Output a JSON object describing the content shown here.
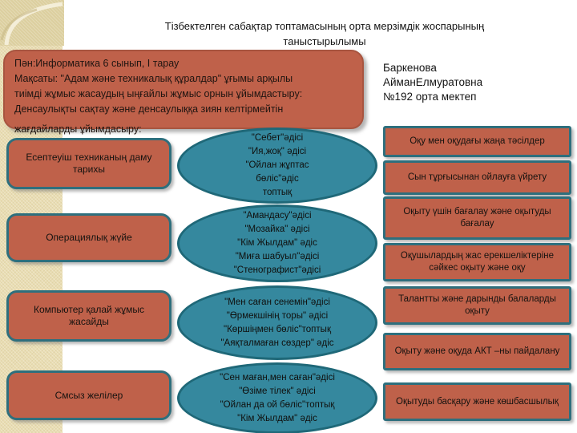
{
  "colors": {
    "shape_fill_red": "#bf614a",
    "shape_border_teal": "#2e6f7d",
    "ellipse_fill": "#35889e",
    "ellipse_border": "#1f6878",
    "side_band_beige": "#e9ddb2",
    "header_shadow_gray": "#787878",
    "text_dark": "#161310"
  },
  "title": "Тізбектелген сабақтар топтамасының орта мерзімдік жоспарының таныстырылымы",
  "header_box": {
    "lines": [
      "Пән:Информатика  6 сынып,  I тарау",
      "Мақсаты: \"Адам және техникалық құралдар\" ұғымы арқылы",
      "тиімді жұмыс жасаудың ыңғайлы жұмыс орнын ұйымдастыру:",
      "Денсаулықты сақтау және денсаулыққа зиян келтірмейтін",
      "жағдайларды ұйымдасыру:"
    ]
  },
  "presenter": {
    "lines": [
      "Баркенова",
      "АйманЕлмуратовна",
      "№192 орта мектеп"
    ]
  },
  "left_boxes": [
    "Есептеуіш техниканың даму тарихы",
    "Операциялық жүйе",
    "Компьютер қалай жұмыс жасайды",
    "Смсыз желілер"
  ],
  "ellipses": [
    {
      "lines": [
        "\"Себет\"әдісі",
        "\"Ия,жоқ\" әдісі",
        "\"Ойлан  жұптас",
        "бөліс\"әдіс",
        "топтық"
      ]
    },
    {
      "lines": [
        "\"Амандасу\"әдісі",
        "\"Мозайка\" әдісі",
        "\"Кім Жылдам\" әдіс",
        "\"Миға шабуыл\"әдісі",
        "\"Стенографист\"әдісі"
      ]
    },
    {
      "lines": [
        "\"Мен саған сенемін\"әдісі",
        "\"Өрмекшінің торы\" әдісі",
        "\"Көршіңмен бөліс\"топтық",
        "\"Аяқталмаған сөздер\" әдіс"
      ]
    },
    {
      "lines": [
        "\"Сен маған,мен саған\"әдісі",
        "\"Өзіме тілек\" әдісі",
        "\"Ойлан да ой бөліс\"топтық",
        "\"Кім Жылдам\" әдіс"
      ]
    }
  ],
  "right_boxes": [
    "Оқу мен оқудағы жаңа тәсілдер",
    "Сын тұрғысынан ойлауға үйрету",
    "Оқыту үшін бағалау және оқытуды бағалау",
    "Оқушылардың жас ерекшеліктеріне сәйкес оқыту және оқу",
    "Талантты және дарынды балаларды оқыту",
    "Оқыту және оқуда АКТ –ны пайдалану",
    "Оқытуды басқару және көшбасшылық"
  ]
}
